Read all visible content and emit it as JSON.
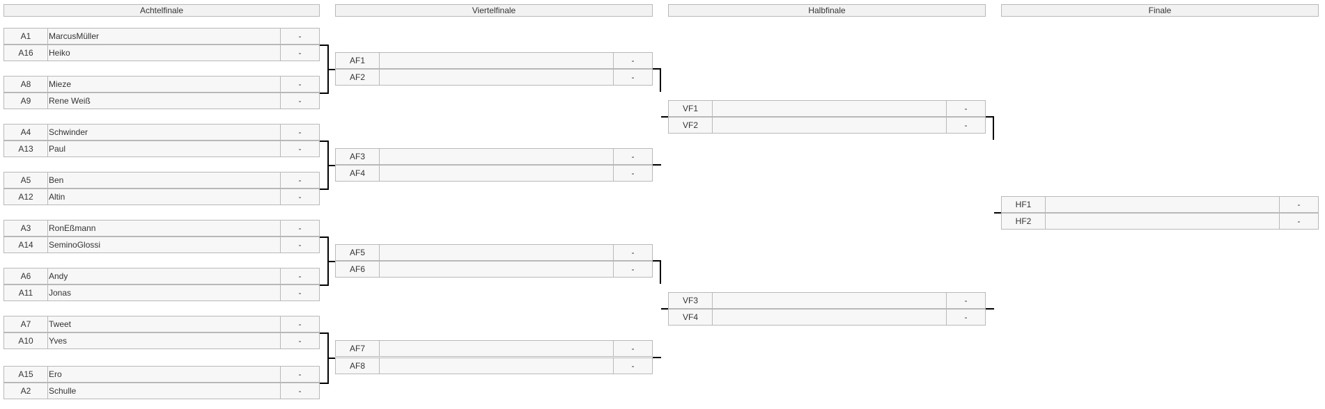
{
  "rounds": {
    "r1": "Achtelfinale",
    "r2": "Viertelfinale",
    "r3": "Halbfinale",
    "r4": "Finale"
  },
  "r1": [
    {
      "seed": "A1",
      "name": "MarcusMüller",
      "score": "-"
    },
    {
      "seed": "A16",
      "name": "Heiko",
      "score": "-"
    },
    {
      "seed": "A8",
      "name": "Mieze",
      "score": "-"
    },
    {
      "seed": "A9",
      "name": "Rene Weiß",
      "score": "-"
    },
    {
      "seed": "A4",
      "name": "Schwinder",
      "score": "-"
    },
    {
      "seed": "A13",
      "name": "Paul",
      "score": "-"
    },
    {
      "seed": "A5",
      "name": "Ben",
      "score": "-"
    },
    {
      "seed": "A12",
      "name": "Altin",
      "score": "-"
    },
    {
      "seed": "A3",
      "name": "RonEßmann",
      "score": "-"
    },
    {
      "seed": "A14",
      "name": "SeminoGlossi",
      "score": "-"
    },
    {
      "seed": "A6",
      "name": "Andy",
      "score": "-"
    },
    {
      "seed": "A11",
      "name": "Jonas",
      "score": "-"
    },
    {
      "seed": "A7",
      "name": "Tweet",
      "score": "-"
    },
    {
      "seed": "A10",
      "name": "Yves",
      "score": "-"
    },
    {
      "seed": "A15",
      "name": "Ero",
      "score": "-"
    },
    {
      "seed": "A2",
      "name": "Schulle",
      "score": "-"
    }
  ],
  "r2": [
    {
      "seed": "AF1",
      "name": "",
      "score": "-"
    },
    {
      "seed": "AF2",
      "name": "",
      "score": "-"
    },
    {
      "seed": "AF3",
      "name": "",
      "score": "-"
    },
    {
      "seed": "AF4",
      "name": "",
      "score": "-"
    },
    {
      "seed": "AF5",
      "name": "",
      "score": "-"
    },
    {
      "seed": "AF6",
      "name": "",
      "score": "-"
    },
    {
      "seed": "AF7",
      "name": "",
      "score": "-"
    },
    {
      "seed": "AF8",
      "name": "",
      "score": "-"
    }
  ],
  "r3": [
    {
      "seed": "VF1",
      "name": "",
      "score": "-"
    },
    {
      "seed": "VF2",
      "name": "",
      "score": "-"
    },
    {
      "seed": "VF3",
      "name": "",
      "score": "-"
    },
    {
      "seed": "VF4",
      "name": "",
      "score": "-"
    }
  ],
  "r4": [
    {
      "seed": "HF1",
      "name": "",
      "score": "-"
    },
    {
      "seed": "HF2",
      "name": "",
      "score": "-"
    }
  ]
}
